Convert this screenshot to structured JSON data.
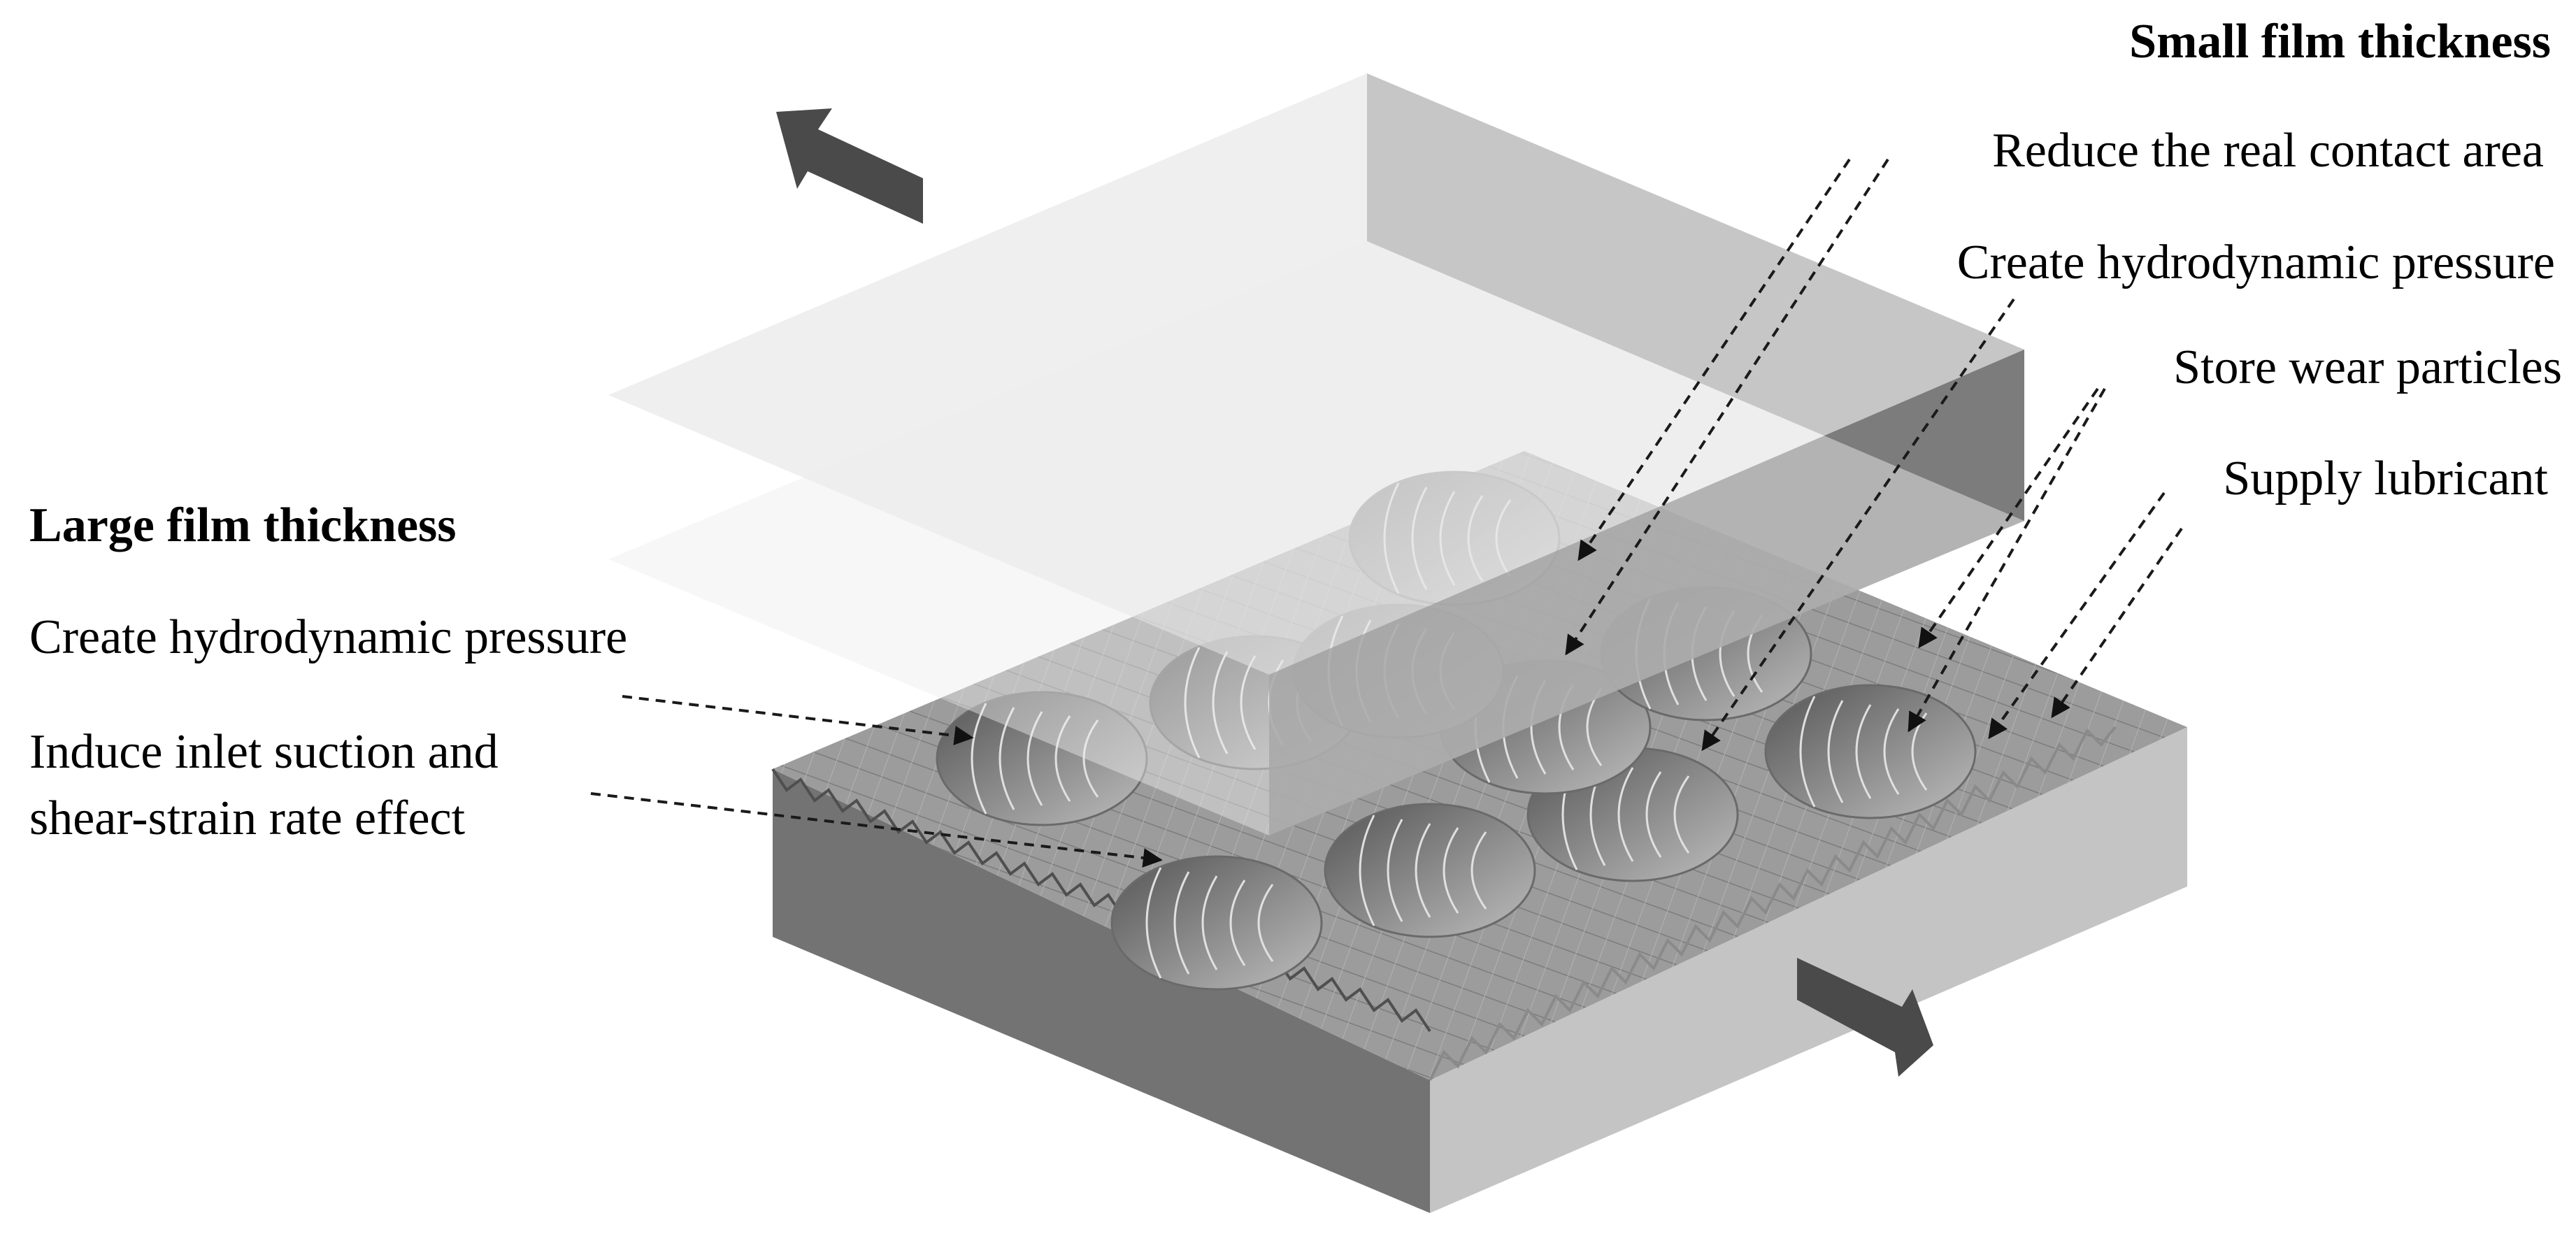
{
  "small_film": {
    "heading": "Small film thickness",
    "labels": [
      "Reduce the real contact area",
      "Create hydrodynamic pressure",
      "Store wear particles",
      "Supply lubricant"
    ]
  },
  "large_film": {
    "heading": "Large film thickness",
    "labels": [
      "Create hydrodynamic pressure",
      "Induce inlet suction and",
      "shear-strain rate effect"
    ]
  },
  "colors": {
    "block_front": "#737373",
    "block_side": "#c4c4c4",
    "block_top": "#9a9a9a",
    "plate_top": "#d0d0d0",
    "plate_side": "#6e6e6e",
    "arrow": "#4a4a4a",
    "leader": "#1a1a1a"
  }
}
